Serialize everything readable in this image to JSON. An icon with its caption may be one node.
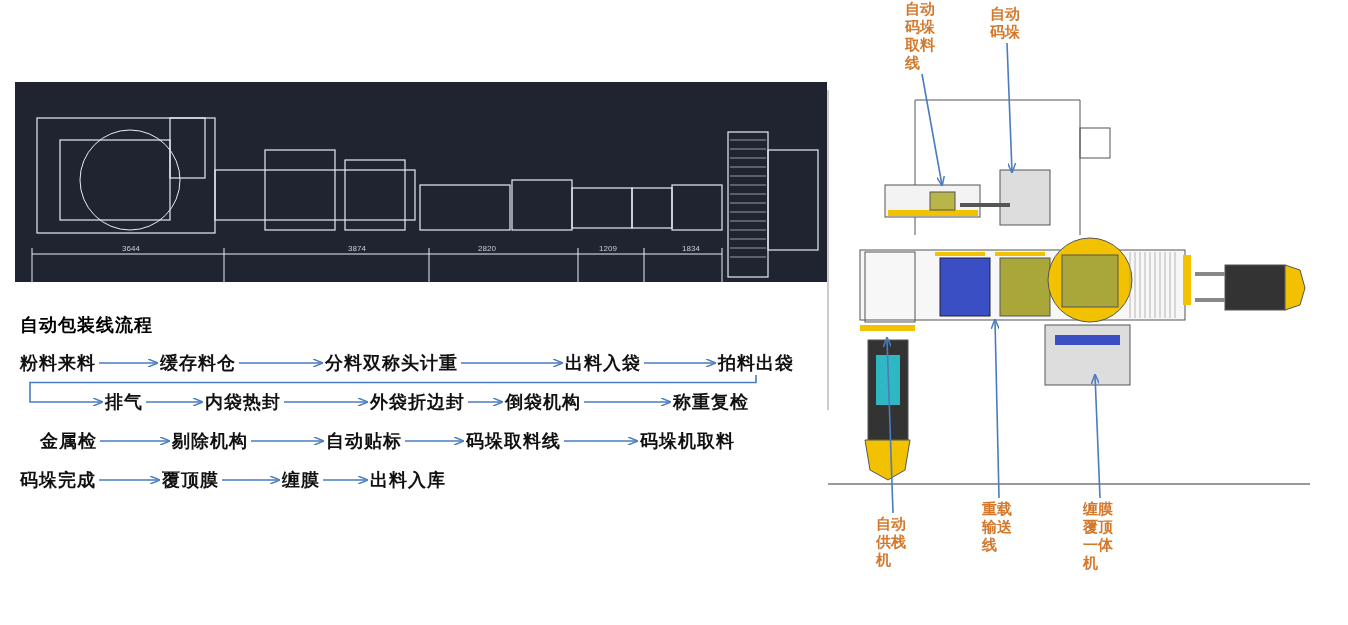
{
  "diagram": {
    "title": "自动包装线流程",
    "nodes": [
      {
        "text": [
          "粉料来料"
        ]
      },
      {
        "text": [
          "缓存料仓"
        ]
      },
      {
        "text": [
          "分料双称头计重"
        ]
      },
      {
        "text": [
          "出料入袋"
        ]
      },
      {
        "text": [
          "拍料出袋"
        ]
      },
      {
        "text": [
          "排气"
        ]
      },
      {
        "text": [
          "内袋热封"
        ]
      },
      {
        "text": [
          "外袋折边封"
        ]
      },
      {
        "text": [
          "倒袋机构"
        ]
      },
      {
        "text": [
          "称重复检"
        ]
      },
      {
        "text": [
          "金属检"
        ]
      },
      {
        "text": [
          "剔除机构"
        ]
      },
      {
        "text": [
          "自动贴标"
        ]
      },
      {
        "text": [
          "码垛取料线"
        ]
      },
      {
        "text": [
          "码垛机取料"
        ]
      },
      {
        "text": [
          "码垛完成"
        ]
      },
      {
        "text": [
          "覆顶膜"
        ]
      },
      {
        "text": [
          "缠膜"
        ]
      },
      {
        "text": [
          "出料入库"
        ]
      },
      {
        "text": [
          "自动码垛取料线"
        ]
      },
      {
        "text": [
          "自动码垛"
        ]
      },
      {
        "text": [
          "自动供栈机"
        ]
      },
      {
        "text": [
          "重载输送线"
        ]
      },
      {
        "text": [
          "缠膜覆顶一体机"
        ]
      }
    ],
    "edges": [
      {
        "from": 0,
        "to": 1,
        "arrow": "to"
      },
      {
        "from": 1,
        "to": 2,
        "arrow": "to"
      },
      {
        "from": 2,
        "to": 3,
        "arrow": "to"
      },
      {
        "from": 3,
        "to": 4,
        "arrow": "to"
      },
      {
        "from": 4,
        "to": 5,
        "arrow": "to"
      },
      {
        "from": 5,
        "to": 6,
        "arrow": "to"
      },
      {
        "from": 6,
        "to": 7,
        "arrow": "to"
      },
      {
        "from": 7,
        "to": 8,
        "arrow": "to"
      },
      {
        "from": 8,
        "to": 9,
        "arrow": "to"
      },
      {
        "from": 10,
        "to": 11,
        "arrow": "to"
      },
      {
        "from": 11,
        "to": 12,
        "arrow": "to"
      },
      {
        "from": 12,
        "to": 13,
        "arrow": "to"
      },
      {
        "from": 13,
        "to": 14,
        "arrow": "to"
      },
      {
        "from": 15,
        "to": 16,
        "arrow": "to"
      },
      {
        "from": 16,
        "to": 17,
        "arrow": "to"
      },
      {
        "from": 17,
        "to": 18,
        "arrow": "to"
      },
      {
        "from": 19,
        "to": null,
        "arrow": "to"
      },
      {
        "from": 20,
        "to": null,
        "arrow": "to"
      },
      {
        "from": 21,
        "to": null,
        "arrow": "to"
      },
      {
        "from": 22,
        "to": null,
        "arrow": "to"
      },
      {
        "from": 23,
        "to": null,
        "arrow": "to"
      }
    ],
    "labels": [
      "3644",
      "3874",
      "2820",
      "1209",
      "1834"
    ]
  }
}
